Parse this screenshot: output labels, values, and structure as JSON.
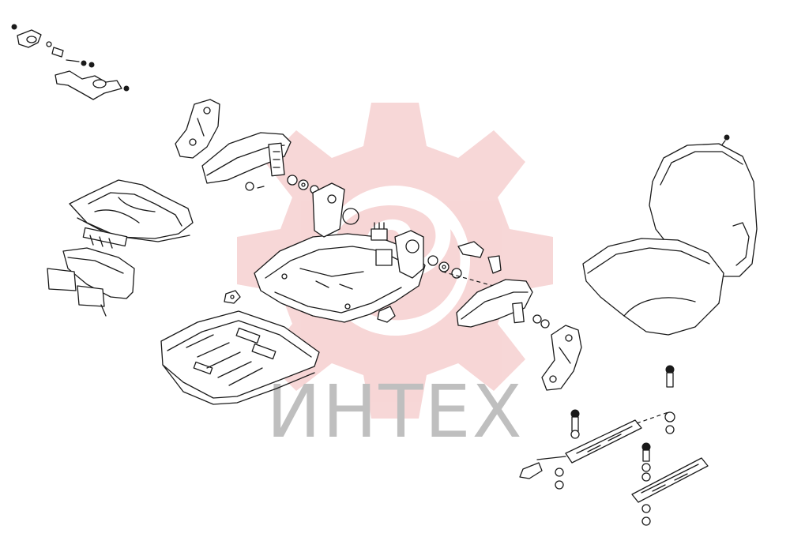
{
  "watermark": {
    "text": "ИНТЕХ",
    "logo": "gear-logo-icon",
    "logo_color": "#f6d0d0",
    "text_color": "#bfbfbf"
  },
  "parts": [
    "lever-assembly",
    "left-armrest-bracket",
    "left-armrest",
    "seat-pan-cushion-base",
    "seat-frame",
    "seat-base-plate",
    "right-armrest",
    "right-armrest-bracket",
    "seat-cushion-backrest",
    "left-slide-rail",
    "right-slide-rail",
    "handle-grip"
  ]
}
